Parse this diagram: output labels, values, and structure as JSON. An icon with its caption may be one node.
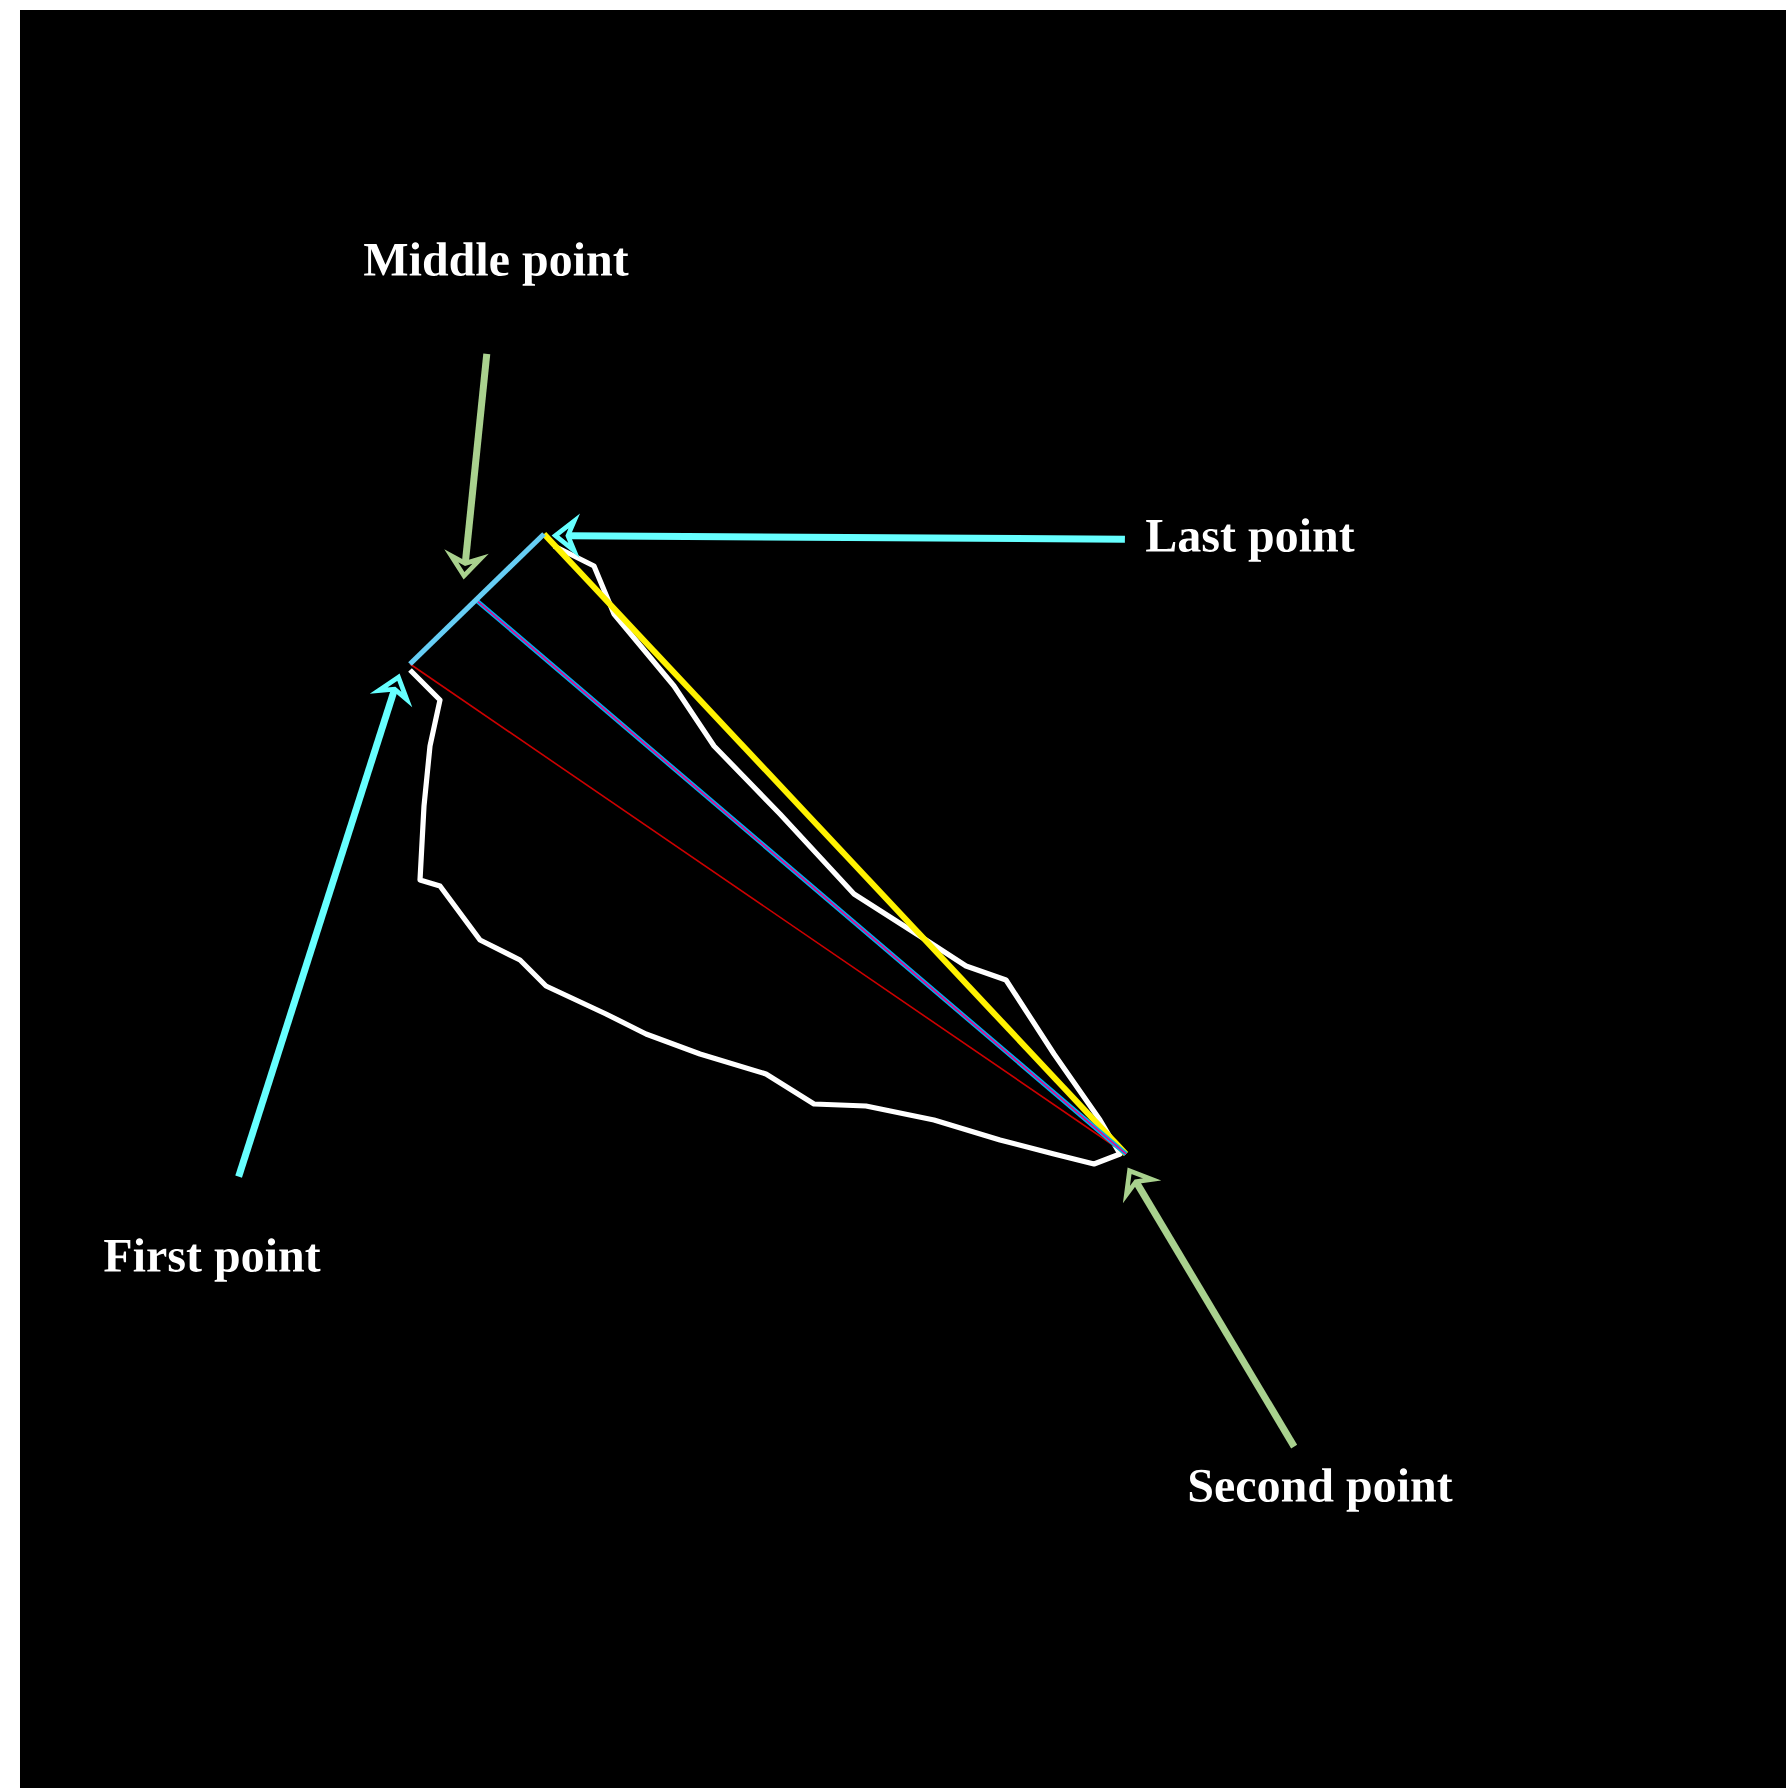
{
  "diagram": {
    "nodes": [
      {
        "text": [
          "Middle point"
        ]
      },
      {
        "text": [
          "Last point"
        ]
      },
      {
        "text": [
          "First point"
        ]
      },
      {
        "text": [
          "Second point"
        ]
      },
      {
        "text": [],
        "shape": "picture"
      }
    ],
    "edges": [
      {
        "from": 0,
        "to": 4,
        "arrow": "to",
        "color": "#a9d18e"
      },
      {
        "from": 1,
        "to": 4,
        "arrow": "to",
        "color": "#66ffff"
      },
      {
        "from": 2,
        "to": 4,
        "arrow": "to",
        "color": "#66ffff"
      },
      {
        "from": 3,
        "to": 4,
        "arrow": "to",
        "color": "#a9d18e"
      }
    ]
  }
}
